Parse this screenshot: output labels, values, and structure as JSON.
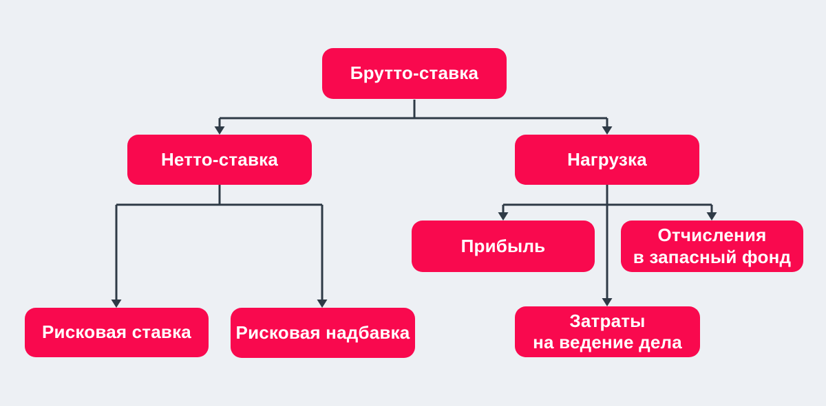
{
  "theme": {
    "background": "#EDF0F4",
    "node_fill": "#F9094E",
    "node_text": "#FFFFFF",
    "connector": "#2E3A46"
  },
  "nodes": [
    {
      "id": "brutto-stavka",
      "label": "Брутто-ставка"
    },
    {
      "id": "netto-stavka",
      "label": "Нетто-ставка"
    },
    {
      "id": "nagruzka",
      "label": "Нагрузка"
    },
    {
      "id": "pribyl",
      "label": "Прибыль"
    },
    {
      "id": "otchisleniya",
      "label": "Отчисления\nв запасный фонд"
    },
    {
      "id": "riskovaya-stavka",
      "label": "Рисковая ставка"
    },
    {
      "id": "riskovaya-nadbavka",
      "label": "Рисковая надбавка"
    },
    {
      "id": "zatraty",
      "label": "Затраты\nна ведение дела"
    }
  ],
  "edges": [
    {
      "from": "Брутто-ставка",
      "to": "Нетто-ставка"
    },
    {
      "from": "Брутто-ставка",
      "to": "Нагрузка"
    },
    {
      "from": "Нетто-ставка",
      "to": "Рисковая ставка"
    },
    {
      "from": "Нетто-ставка",
      "to": "Рисковая надбавка"
    },
    {
      "from": "Нагрузка",
      "to": "Прибыль"
    },
    {
      "from": "Нагрузка",
      "to": "Отчисления в запасный фонд"
    },
    {
      "from": "Нагрузка",
      "to": "Затраты на ведение дела"
    }
  ]
}
